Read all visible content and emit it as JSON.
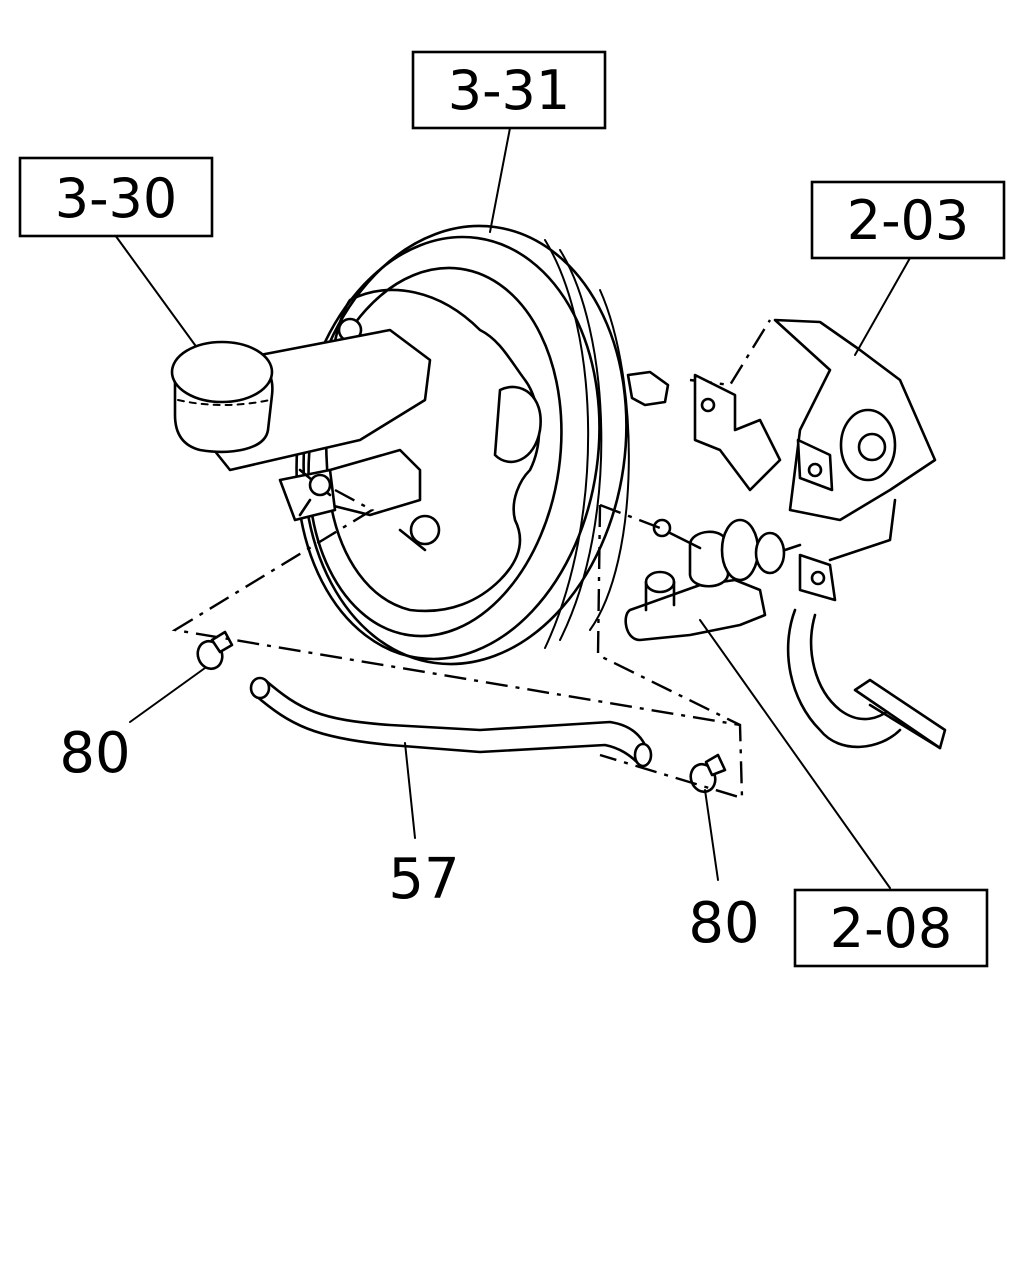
{
  "callouts": {
    "master_cylinder": "3-30",
    "brake_booster": "3-31",
    "pedal_bracket": "2-03",
    "clutch_master_cylinder": "2-08"
  },
  "part_numbers": {
    "hose": "57",
    "clip_left": "80",
    "clip_right": "80"
  }
}
